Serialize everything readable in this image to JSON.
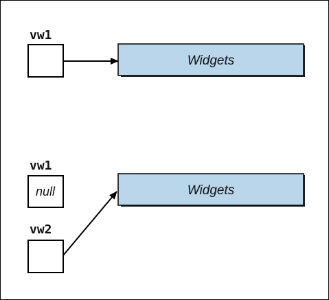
{
  "colors": {
    "object_fill": "#b9d6ea",
    "object_stroke": "#000000",
    "ref_box_fill": "#ffffff",
    "arrow": "#000000"
  },
  "top": {
    "var_label": "vw1",
    "object_label": "Widgets"
  },
  "bottom": {
    "var1_label": "vw1",
    "var1_value": "null",
    "var2_label": "vw2",
    "object_label": "Widgets"
  }
}
